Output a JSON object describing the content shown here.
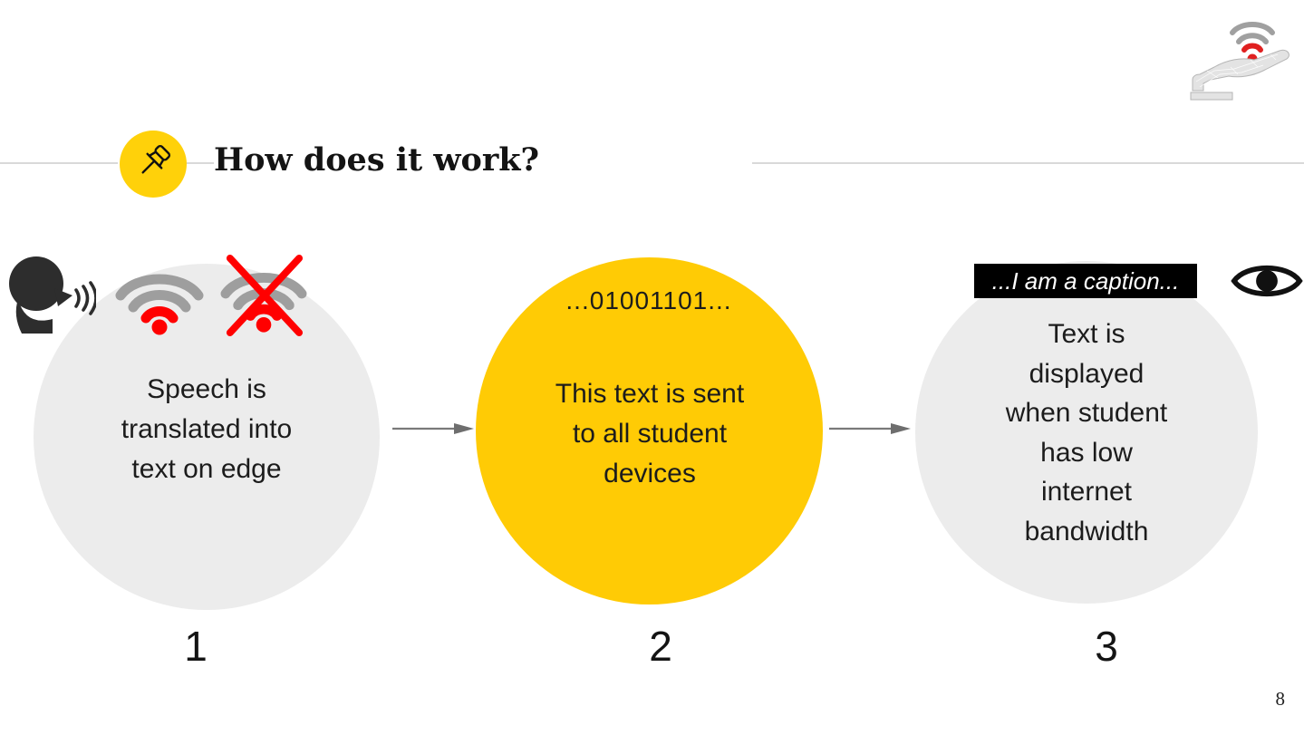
{
  "slide": {
    "title": "How does it work?",
    "page_number": "8",
    "icons": {
      "header_badge": "pushpin-icon",
      "top_right": "hand-holding-wifi-logo",
      "step1_speaker": "speaking-head-icon",
      "step1_signal_on": "wifi-signal-icon",
      "step1_signal_off": "wifi-signal-crossed-icon",
      "step3_viewer": "eye-icon",
      "connector": "right-arrow"
    },
    "colors": {
      "accent_yellow": "#FFCB05",
      "circle_gray": "#ECECEC",
      "signal_red": "#FF0000",
      "wifi_gray": "#9E9E9E",
      "caption_bg": "#000000",
      "caption_text": "#FFFFFF",
      "line_gray": "#D9D9D9"
    }
  },
  "steps": [
    {
      "number": "1",
      "lines": [
        "Speech is",
        "translated into",
        "text on edge"
      ]
    },
    {
      "number": "2",
      "binary": "...01001101...",
      "lines": [
        "This text is sent",
        "to all student",
        "devices"
      ]
    },
    {
      "number": "3",
      "caption": "...I am a caption...",
      "lines": [
        "Text is",
        "displayed",
        "when student",
        "has low",
        "internet",
        "bandwidth"
      ]
    }
  ]
}
